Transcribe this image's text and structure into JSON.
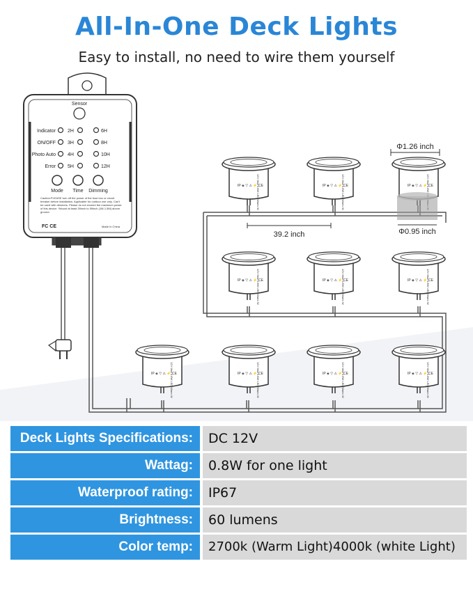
{
  "header": {
    "title": "All-In-One Deck Lights",
    "subtitle": "Easy to install, no need to wire them yourself"
  },
  "controller": {
    "sensor_label": "Sensor",
    "left_labels": [
      "Indicator",
      "ON/OFF",
      "Photo Auto",
      "Error"
    ],
    "timer_left": [
      "2H",
      "3H",
      "4H",
      "5H"
    ],
    "timer_right": [
      "6H",
      "8H",
      "10H",
      "12H"
    ],
    "buttons": [
      "Mode",
      "Time",
      "Dimming"
    ],
    "caution": "Caution:PLEASE turn off the power of the fuse box or circuit breaker before installation. Applicable for outdoor use only. Can't be used with dimmers. Please do not exceed the maximum power of this device. *Mount at least 39inch to 59inch (1M-1.5M) above ground.",
    "cert": "FC CE",
    "made_in": "Made In China"
  },
  "light_label": "12V Max 0.8W LED Warm W",
  "dimensions": {
    "top_diameter": "Φ1.26 inch",
    "bottom_diameter": "Φ0.95 inch",
    "spacing": "39.2 inch"
  },
  "specs": [
    {
      "label": "Deck Lights Specifications:",
      "value": "DC 12V"
    },
    {
      "label": "Wattag:",
      "value": "0.8W for one light"
    },
    {
      "label": "Waterproof rating:",
      "value": "IP67"
    },
    {
      "label": "Brightness:",
      "value": "60 lumens"
    },
    {
      "label": "Color temp:",
      "value": "2700k (Warm Light)4000k (white Light)"
    }
  ]
}
